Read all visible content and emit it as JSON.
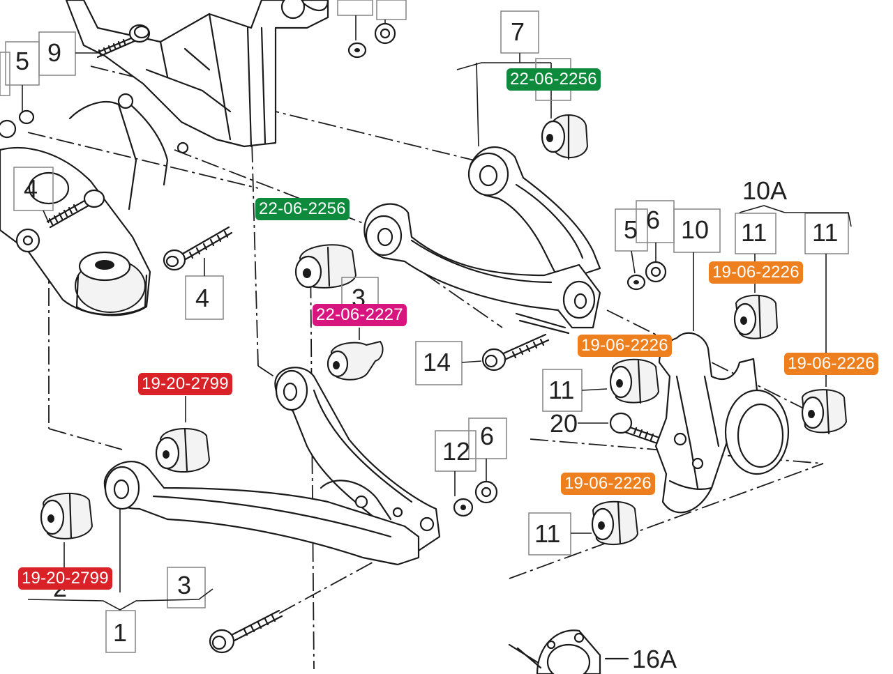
{
  "callouts": {
    "c1": "1",
    "c2": "2",
    "c3a": "3",
    "c3b": "3",
    "c4a": "4",
    "c4b": "4",
    "c5a": "5",
    "c5b": "5",
    "c6a": "6",
    "c6b": "6",
    "c7": "7",
    "c9": "9",
    "c10": "10",
    "c10A": "10A",
    "c11a": "11",
    "c11b": "11",
    "c11c": "11",
    "c11d": "11",
    "c12": "12",
    "c14": "14",
    "c16A": "16A",
    "c20": "20"
  },
  "part_numbers": {
    "upper_arm_right": "22-06-2256",
    "upper_arm_left": "22-06-2256",
    "mid_arm": "22-06-2227",
    "lower_arm_top": "19-20-2799",
    "lower_arm_bottom": "19-20-2799",
    "knuckle_top": "19-06-2226",
    "knuckle_mid": "19-06-2226",
    "knuckle_right": "19-06-2226",
    "knuckle_bottom": "19-06-2226"
  },
  "colors": {
    "green": "#0e8a3c",
    "orange": "#ee7f1e",
    "red": "#d92128",
    "magenta": "#d8157f"
  }
}
